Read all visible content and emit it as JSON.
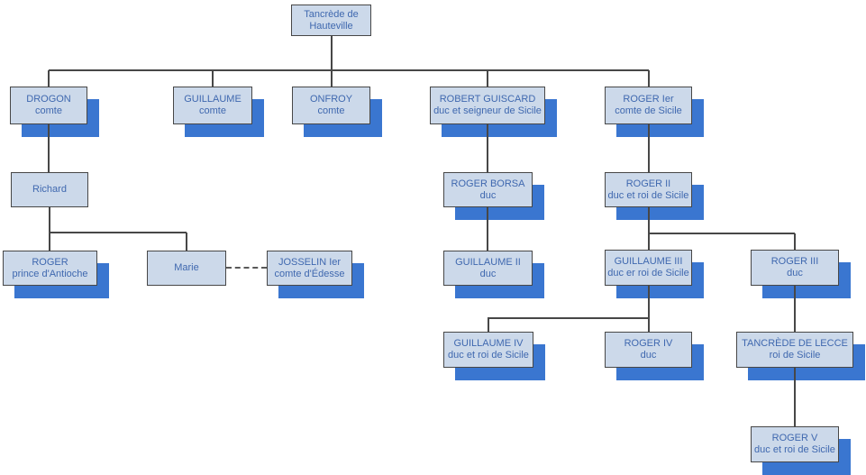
{
  "colors": {
    "box_fill": "#ccd9ea",
    "box_border": "#474747",
    "shadow_blue": "#3a76d0",
    "text_blue": "#3f68af",
    "line_gray": "#474747",
    "dash_gray": "#595959"
  },
  "nodes": {
    "tancrede": {
      "name": "Tancrède de Hauteville",
      "title": ""
    },
    "drogon": {
      "name": "DROGON",
      "title": "comte"
    },
    "guillaume": {
      "name": "GUILLAUME",
      "title": "comte"
    },
    "onfroy": {
      "name": "ONFROY",
      "title": "comte"
    },
    "robert_guiscard": {
      "name": "ROBERT GUISCARD",
      "title": "duc et seigneur de Sicile"
    },
    "roger_1": {
      "name": "ROGER Ier",
      "title": "comte de Sicile"
    },
    "richard": {
      "name": "Richard",
      "title": ""
    },
    "roger_borsa": {
      "name": "ROGER BORSA",
      "title": "duc"
    },
    "roger_2": {
      "name": "ROGER II",
      "title": "duc et roi de Sicile"
    },
    "roger_antioche": {
      "name": "ROGER",
      "title": "prince d'Antioche"
    },
    "marie": {
      "name": "Marie",
      "title": ""
    },
    "josselin": {
      "name": "JOSSELIN Ier",
      "title": "comte d'Édesse"
    },
    "guillaume_2": {
      "name": "GUILLAUME II",
      "title": "duc"
    },
    "guillaume_3": {
      "name": "GUILLAUME III",
      "title": "duc er roi de Sicile"
    },
    "roger_3": {
      "name": "ROGER III",
      "title": "duc"
    },
    "guillaume_4": {
      "name": "GUILLAUME IV",
      "title": "duc et roi de Sicile"
    },
    "roger_4": {
      "name": "ROGER IV",
      "title": "duc"
    },
    "tancrede_lecce": {
      "name": "TANCRÈDE DE LECCE",
      "title": "roi de Sicile"
    },
    "roger_5": {
      "name": "ROGER V",
      "title": "duc et roi de Sicile"
    }
  }
}
